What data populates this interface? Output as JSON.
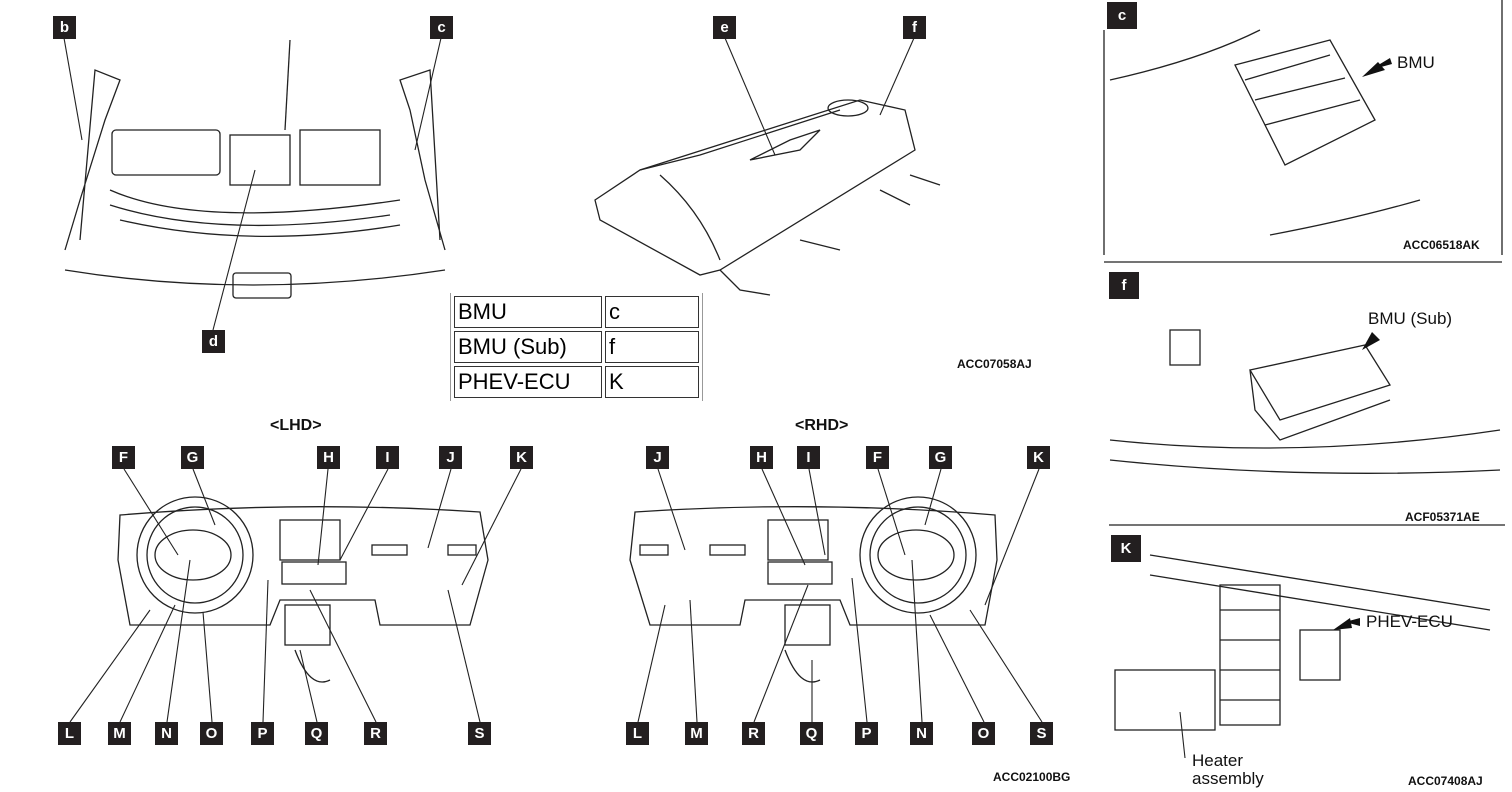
{
  "engine_bay": {
    "callouts": [
      "b",
      "c",
      "d"
    ]
  },
  "battery_pack": {
    "callouts": [
      "e",
      "f"
    ]
  },
  "legend_table": {
    "rows": [
      {
        "component": "BMU",
        "location": "c"
      },
      {
        "component": "BMU (Sub)",
        "location": "f"
      },
      {
        "component": "PHEV-ECU",
        "location": "K"
      }
    ]
  },
  "figure_codes": {
    "top": "ACC07058AJ",
    "dash": "ACC02100BG",
    "inset_c": "ACC06518AK",
    "inset_f": "ACF05371AE",
    "inset_k": "ACC07408AJ"
  },
  "lhd": {
    "title": "<LHD>",
    "top_callouts": [
      "F",
      "G",
      "H",
      "I",
      "J",
      "K"
    ],
    "bottom_callouts": [
      "L",
      "M",
      "N",
      "O",
      "P",
      "Q",
      "R",
      "S"
    ]
  },
  "rhd": {
    "title": "<RHD>",
    "top_callouts": [
      "J",
      "H",
      "I",
      "F",
      "G",
      "K"
    ],
    "bottom_callouts": [
      "L",
      "M",
      "R",
      "Q",
      "P",
      "N",
      "O",
      "S"
    ]
  },
  "insets": {
    "c": {
      "badge": "c",
      "label": "BMU"
    },
    "f": {
      "badge": "f",
      "label": "BMU (Sub)"
    },
    "k": {
      "badge": "K",
      "label": "PHEV-ECU",
      "note_line1": "Heater",
      "note_line2": "assembly"
    }
  }
}
